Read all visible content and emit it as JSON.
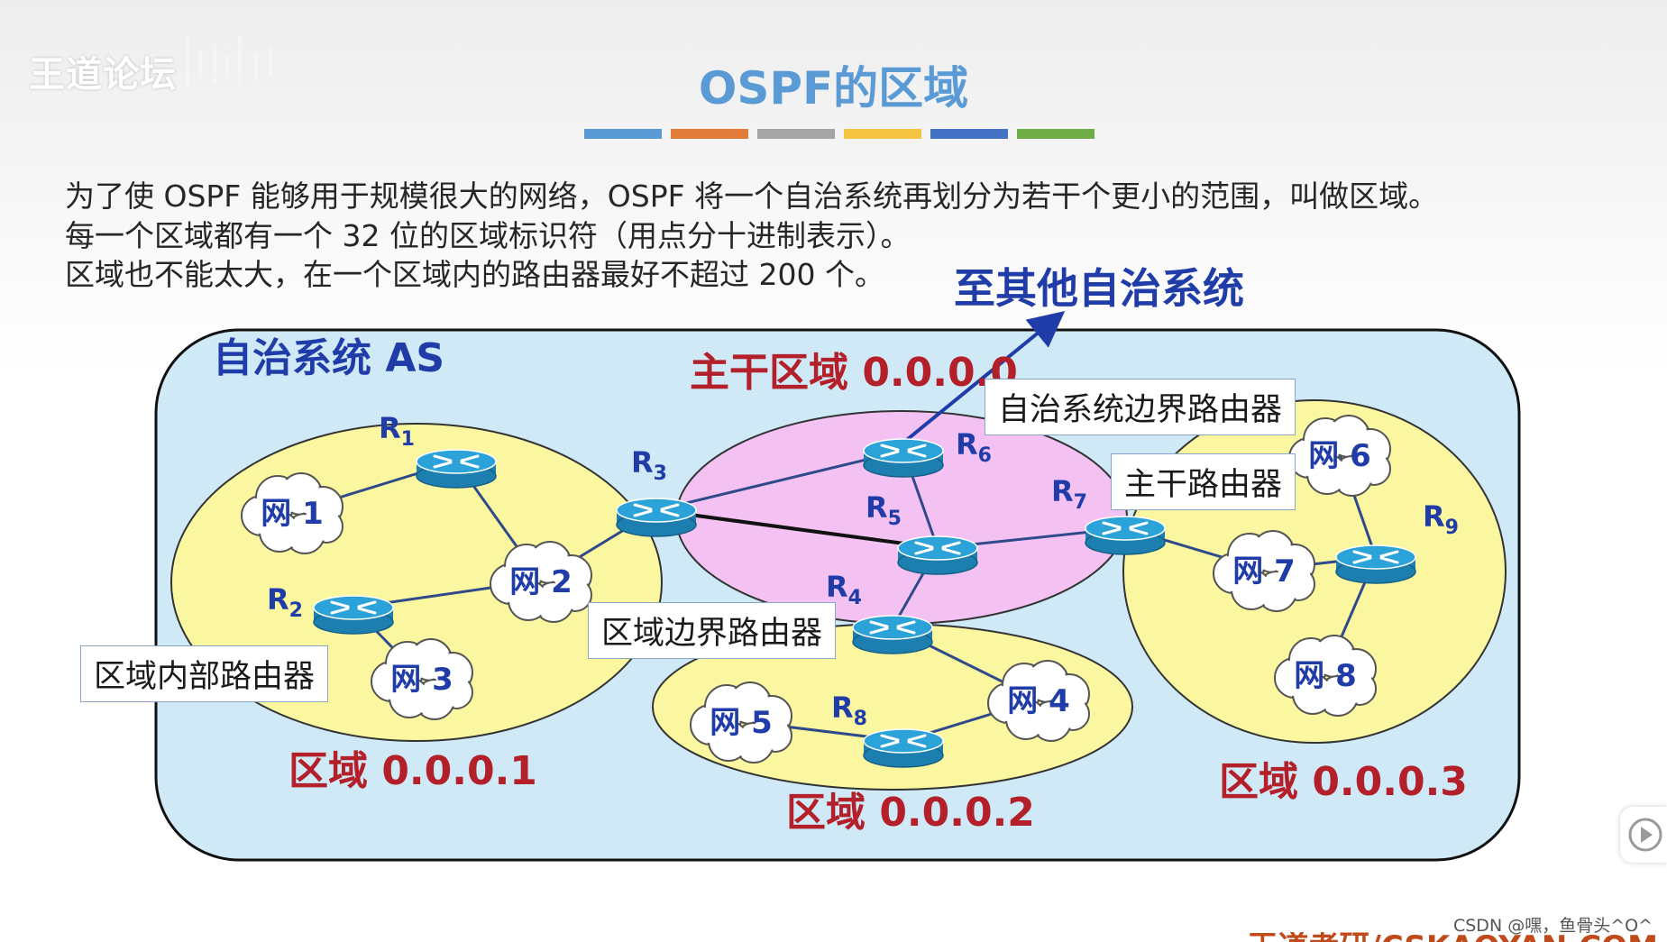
{
  "watermark": {
    "logo_text": "王道论坛"
  },
  "slide": {
    "title": "OSPF的区域",
    "bar_colors": [
      "#5b9bd5",
      "#e07b39",
      "#a5a5a5",
      "#f5c342",
      "#4472c4",
      "#70ad47"
    ],
    "intro": [
      "为了使 OSPF 能够用于规模很大的网络，OSPF 将一个自治系统再划分为若干个更小的范围，叫做区域。",
      "每一个区域都有一个 32 位的区域标识符（用点分十进制表示）。",
      "区域也不能太大，在一个区域内的路由器最好不超过 200 个。"
    ]
  },
  "diagram": {
    "colors": {
      "as_fill": "#cfe9f7",
      "area_fill": "#fbf7a0",
      "backbone_fill": "#f4c2f2",
      "router": "#2ba3d8",
      "link": "#2f4a8a",
      "as_label": "#1f3ca8",
      "area_label": "#b3202a"
    },
    "as_label": "自治系统 AS",
    "arrow_label": "至其他自治系统",
    "areas": [
      {
        "id": "backbone",
        "label": "主干区域 0.0.0.0"
      },
      {
        "id": "a1",
        "label": "区域 0.0.0.1"
      },
      {
        "id": "a2",
        "label": "区域 0.0.0.2"
      },
      {
        "id": "a3",
        "label": "区域 0.0.0.3"
      }
    ],
    "routers": [
      {
        "id": "R1",
        "name": "R",
        "sub": "1"
      },
      {
        "id": "R2",
        "name": "R",
        "sub": "2"
      },
      {
        "id": "R3",
        "name": "R",
        "sub": "3"
      },
      {
        "id": "R4",
        "name": "R",
        "sub": "4"
      },
      {
        "id": "R5",
        "name": "R",
        "sub": "5"
      },
      {
        "id": "R6",
        "name": "R",
        "sub": "6"
      },
      {
        "id": "R7",
        "name": "R",
        "sub": "7"
      },
      {
        "id": "R8",
        "name": "R",
        "sub": "8"
      },
      {
        "id": "R9",
        "name": "R",
        "sub": "9"
      }
    ],
    "networks": [
      {
        "id": "N1",
        "label": "网 1"
      },
      {
        "id": "N2",
        "label": "网 2"
      },
      {
        "id": "N3",
        "label": "网 3"
      },
      {
        "id": "N4",
        "label": "网 4"
      },
      {
        "id": "N5",
        "label": "网 5"
      },
      {
        "id": "N6",
        "label": "网 6"
      },
      {
        "id": "N7",
        "label": "网 7"
      },
      {
        "id": "N8",
        "label": "网 8"
      }
    ],
    "links": [
      [
        "N1",
        "R1"
      ],
      [
        "R1",
        "N2"
      ],
      [
        "R2",
        "N2"
      ],
      [
        "R2",
        "N3"
      ],
      [
        "N2",
        "R3"
      ],
      [
        "R3",
        "R6"
      ],
      [
        "R3",
        "R5"
      ],
      [
        "R6",
        "R5"
      ],
      [
        "R5",
        "R4"
      ],
      [
        "R5",
        "R7"
      ],
      [
        "R4",
        "N4"
      ],
      [
        "N5",
        "R8"
      ],
      [
        "R8",
        "N4"
      ],
      [
        "R7",
        "N7"
      ],
      [
        "N7",
        "R9"
      ],
      [
        "R9",
        "N6"
      ],
      [
        "R9",
        "N8"
      ]
    ],
    "callouts": {
      "asbr": "自治系统边界路由器",
      "backbone_router": "主干路由器",
      "abr": "区域边界路由器",
      "internal": "区域内部路由器"
    }
  },
  "footer": {
    "credit": "CSDN @嘿，鱼骨头^O^",
    "bottom_mark": "王道考研/CSKAOYAN.COM"
  }
}
